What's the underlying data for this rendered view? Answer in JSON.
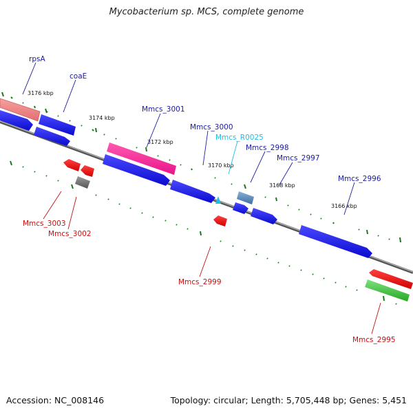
{
  "title": "Mycobacterium sp. MCS, complete genome",
  "footer": {
    "accession": "Accession: NC_008146",
    "summary": "Topology: circular; Length: 5,705,448 bp; Genes: 5,451"
  },
  "colors": {
    "forward_cds": "#1010e8",
    "reverse_cds": "#e81010",
    "forward_label": "#1a1aa0",
    "reverse_label": "#c81010",
    "rna_label": "#22bde6",
    "rrna_pink": "#ff2a9a",
    "tick": "#1a7a1a",
    "backbone": "#7a7a7a"
  },
  "ticks": [
    "3176 kbp",
    "3174 kbp",
    "3172 kbp",
    "3170 kbp",
    "3168 kbp",
    "3166 kbp"
  ],
  "labels": {
    "rpsA": "rpsA",
    "coaE": "coaE",
    "m3001": "Mmcs_3001",
    "m3000": "Mmcs_3000",
    "mR0025": "Mmcs_R0025",
    "m2998": "Mmcs_2998",
    "m2997": "Mmcs_2997",
    "m2996": "Mmcs_2996",
    "m3003": "Mmcs_3003",
    "m3002": "Mmcs_3002",
    "m2999": "Mmcs_2999",
    "m2995": "Mmcs_2995"
  }
}
